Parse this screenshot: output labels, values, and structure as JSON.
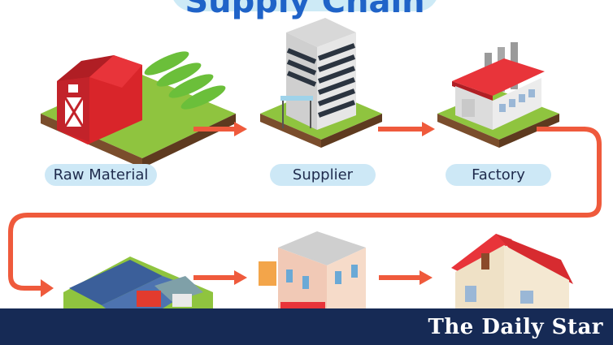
{
  "title": "Supply Chain",
  "stages": {
    "raw_material": "Raw Material",
    "supplier": "Supplier",
    "factory": "Factory"
  },
  "footer": {
    "brand": "The Daily Star"
  },
  "colors": {
    "arrow": "#ef5a3c",
    "pill": "#cde8f6",
    "footer": "#162a55",
    "title": "#1f63c8"
  }
}
